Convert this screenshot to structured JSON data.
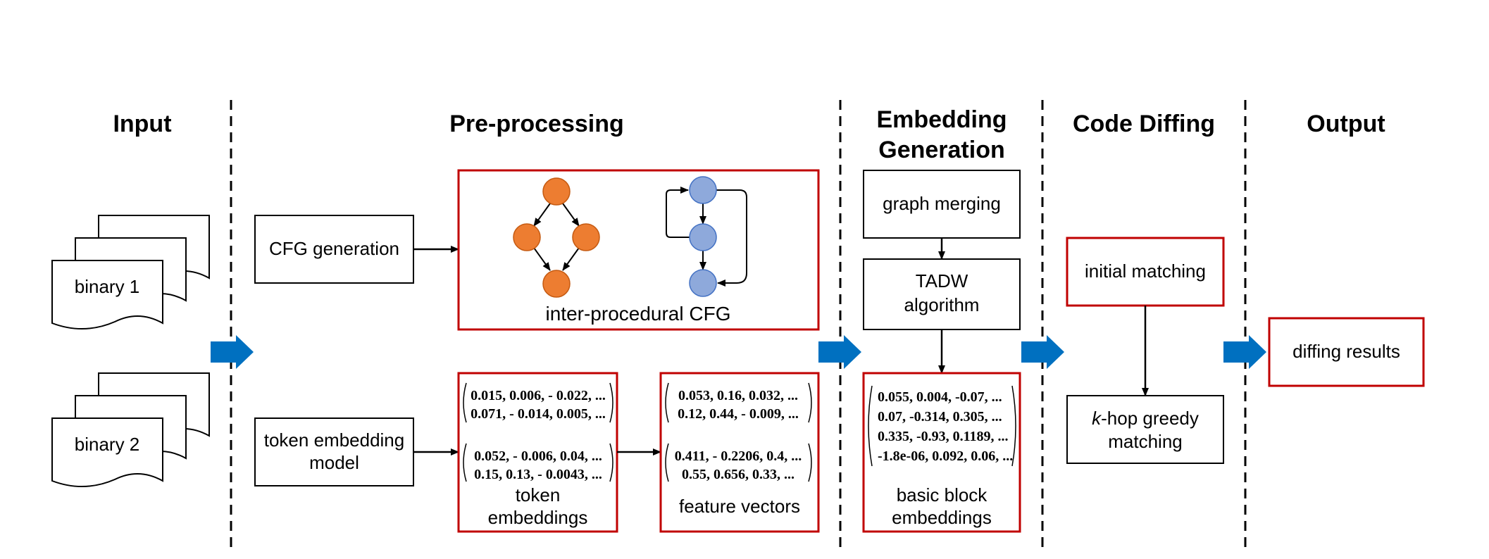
{
  "stages": {
    "input": "Input",
    "preprocessing": "Pre-processing",
    "embedding_line1": "Embedding",
    "embedding_line2": "Generation",
    "code_diffing": "Code Diffing",
    "output": "Output"
  },
  "input": {
    "binary1": "binary 1",
    "binary2": "binary 2"
  },
  "preprocessing": {
    "cfg_generation": "CFG generation",
    "token_model_line1": "token embedding",
    "token_model_line2": "model",
    "interprocedural_cfg": "inter-procedural CFG",
    "token_embeddings_line1": "token",
    "token_embeddings_line2": "embeddings",
    "feature_vectors": "feature vectors",
    "token_matrix_a": [
      "0.015, 0.006, - 0.022, ...",
      "0.071, - 0.014, 0.005, ..."
    ],
    "token_matrix_b": [
      "0.052, - 0.006, 0.04, ...",
      "0.15, 0.13, - 0.0043, ..."
    ],
    "feature_matrix_a": [
      "0.053, 0.16, 0.032, ...",
      "0.12, 0.44, - 0.009, ..."
    ],
    "feature_matrix_b": [
      "0.411, - 0.2206, 0.4, ...",
      "0.55, 0.656, 0.33, ..."
    ]
  },
  "embedding": {
    "graph_merging": "graph merging",
    "tadw_line1": "TADW",
    "tadw_line2": "algorithm",
    "bb_matrix": [
      "0.055, 0.004, -0.07, ...",
      "0.07, -0.314, 0.305, ...",
      "0.335, -0.93, 0.1189, ...",
      "-1.8e-06, 0.092, 0.06, ..."
    ],
    "bb_embeddings_line1": "basic block",
    "bb_embeddings_line2": "embeddings"
  },
  "diffing": {
    "initial_matching": "initial matching",
    "khop_k": "k",
    "khop_rest": "-hop greedy",
    "khop_line2": "matching"
  },
  "output": {
    "diffing_results": "diffing results"
  },
  "colors": {
    "orange_node": "#ED7D31",
    "blue_node": "#8EA9DB",
    "red_box": "#C00000",
    "blue_arrow": "#0070C0"
  }
}
